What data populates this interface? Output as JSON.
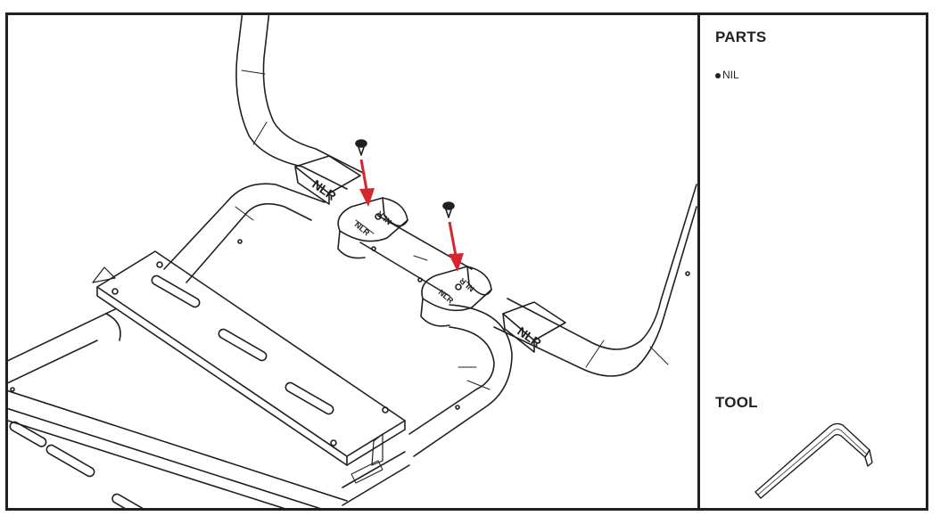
{
  "parts": {
    "title": "PARTS",
    "items": [
      "NIL"
    ]
  },
  "tools": {
    "title": "TOOL"
  },
  "diagram": {
    "clamp_logo": "NLR",
    "arrow_color": "#d7252f",
    "line_color": "#231f20",
    "icons": [
      "screw-icon",
      "down-arrow-icon",
      "allen-key-icon"
    ]
  }
}
